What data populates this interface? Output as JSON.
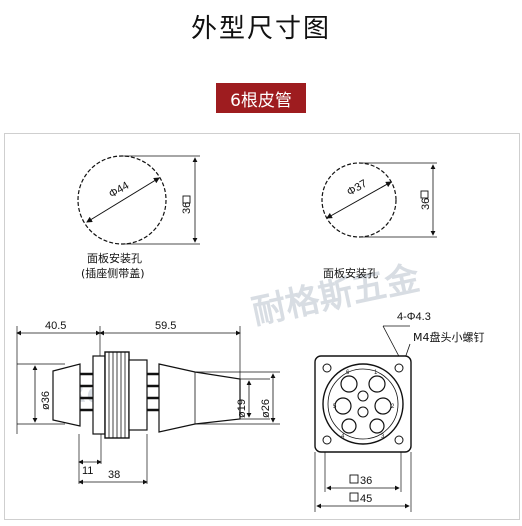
{
  "title": "外型尺寸图",
  "badge": "6根皮管",
  "panel_left": {
    "diameter": "Φ44",
    "square": "36",
    "caption_line1": "面板安装孔",
    "caption_line2": "(插座侧带盖)"
  },
  "panel_right": {
    "diameter": "Φ37",
    "square": "36",
    "caption": "面板安装孔"
  },
  "side_view": {
    "dim_left": "40.5",
    "dim_right": "59.5",
    "dia_body": "ø36",
    "dia_inner": "ø19",
    "dia_outer": "ø26",
    "dim_flange": "11",
    "dim_bottom": "38"
  },
  "front_view": {
    "holes": "4-Φ4.3",
    "screw": "M4盘头小螺钉",
    "square_inner": "36",
    "square_outer": "45",
    "pins": [
      "1",
      "2",
      "3",
      "4",
      "5",
      "6"
    ]
  },
  "watermark": "耐格斯五金"
}
